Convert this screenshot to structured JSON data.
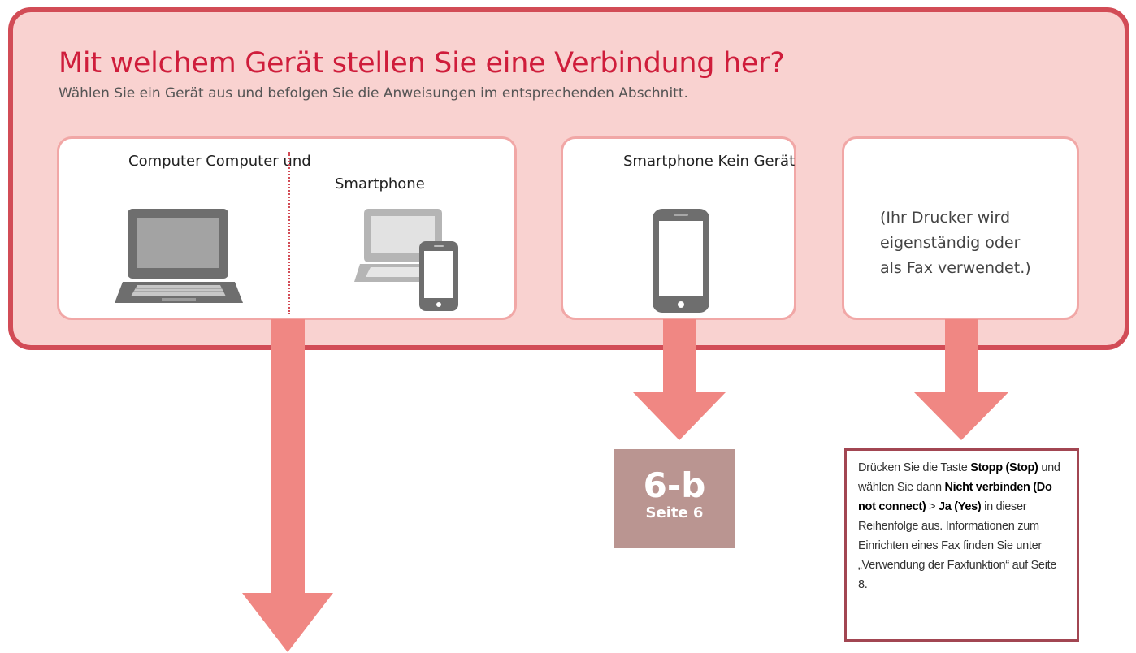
{
  "header": {
    "title": "Mit welchem Gerät stellen Sie eine Verbindung her?",
    "subtitle": "Wählen Sie ein Gerät aus und befolgen Sie die Anweisungen im entsprechenden Abschnitt."
  },
  "cards": {
    "computer": {
      "label": "Computer Computer und",
      "label2": "Smartphone",
      "icon": "laptop-icon",
      "icon2": "laptop-smartphone-icon"
    },
    "smartphone": {
      "label": "Smartphone Kein Gerät",
      "icon": "smartphone-icon"
    },
    "none": {
      "description": "(Ihr Drucker wird\neigenständig oder\nals Fax verwendet.)"
    }
  },
  "reference": {
    "code": "6-b",
    "page": "Seite 6"
  },
  "note": {
    "t1": "Drücken Sie die Taste ",
    "b1": "Stopp (Stop)",
    "t2": " und wählen Sie dann ",
    "b2": "Nicht verbinden (Do not connect)",
    "t3": " > ",
    "b3": "Ja (Yes)",
    "t4": " in dieser Reihenfolge aus. Informationen zum Einrichten eines Fax finden Sie unter „Verwendung der Faxfunktion“ auf Seite 8."
  },
  "colors": {
    "panel_bg": "#f9d2d0",
    "panel_border": "#d24c56",
    "title": "#cf1d3b",
    "arrow": "#f08783",
    "card_border": "#f1a7a6",
    "reference_bg": "#ba9591",
    "note_border": "#a24652"
  }
}
